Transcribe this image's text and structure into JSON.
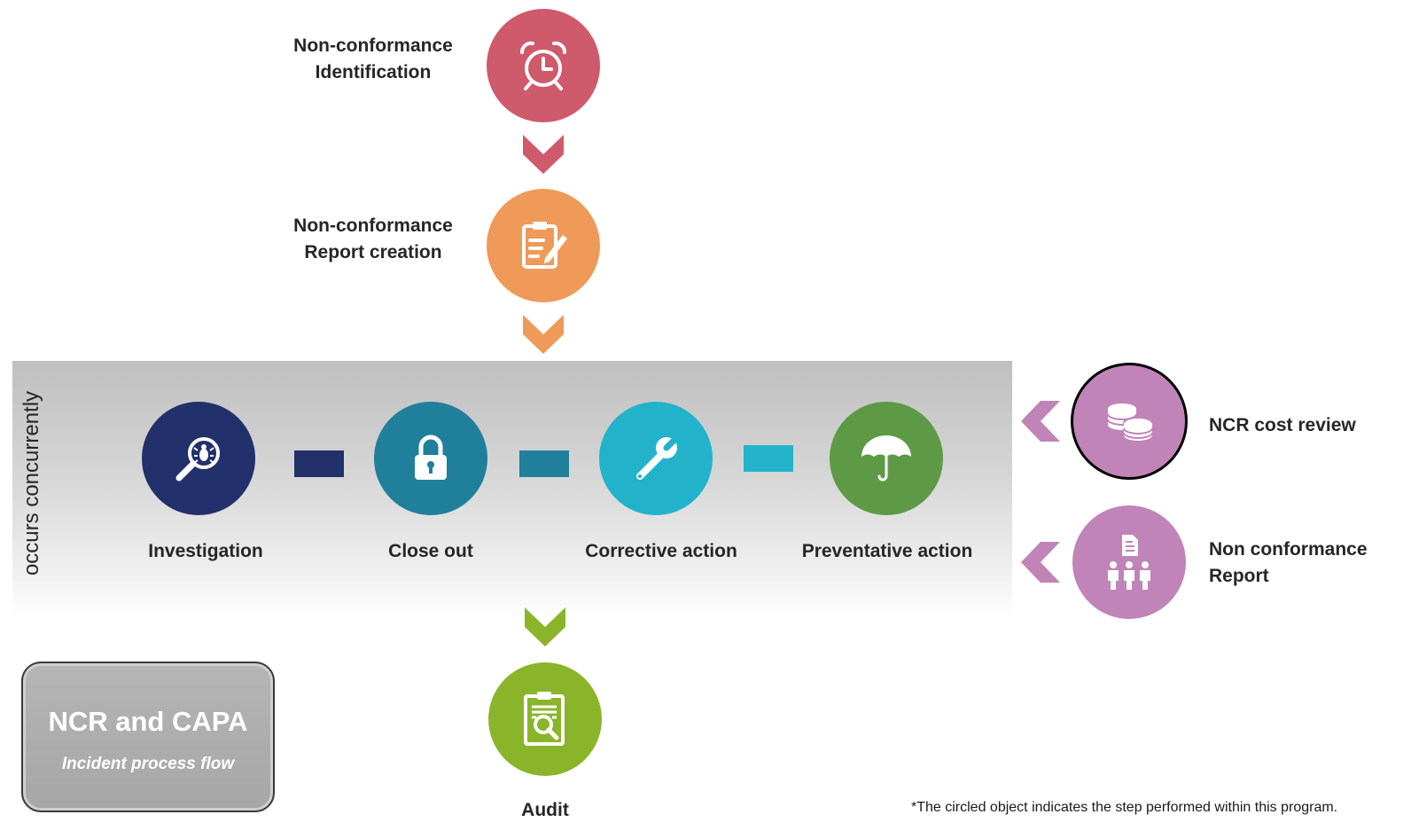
{
  "steps": {
    "identification": {
      "line1": "Non-conformance",
      "line2": "Identification",
      "color": "#cf5a6b",
      "icon": "alarm-clock-icon"
    },
    "report_creation": {
      "line1": "Non-conformance",
      "line2": "Report creation",
      "color": "#ef9a58",
      "icon": "clipboard-pencil-icon"
    },
    "concurrent_label": "occurs concurrently",
    "investigation": {
      "label": "Investigation",
      "color": "#22306b",
      "icon": "magnifier-bug-icon"
    },
    "close_out": {
      "label": "Close out",
      "color": "#207f9b",
      "icon": "padlock-icon"
    },
    "corrective_action": {
      "label": "Corrective action",
      "color": "#22b3cb",
      "icon": "wrench-icon"
    },
    "preventative_action": {
      "label": "Preventative action",
      "color": "#5e9a45",
      "icon": "umbrella-icon"
    },
    "audit": {
      "label": "Audit",
      "color": "#8ab52a",
      "icon": "clipboard-magnifier-icon"
    }
  },
  "side_inputs": {
    "cost_review": {
      "label": "NCR cost review",
      "color": "#c084b9",
      "icon": "coins-icon",
      "circled": true
    },
    "nc_report": {
      "line1": "Non conformance",
      "line2": "Report",
      "color": "#c084b9",
      "icon": "document-people-icon"
    }
  },
  "title_box": {
    "title": "NCR and CAPA",
    "subtitle": "Incident process flow"
  },
  "footnote": "*The circled object indicates the step performed within this program."
}
